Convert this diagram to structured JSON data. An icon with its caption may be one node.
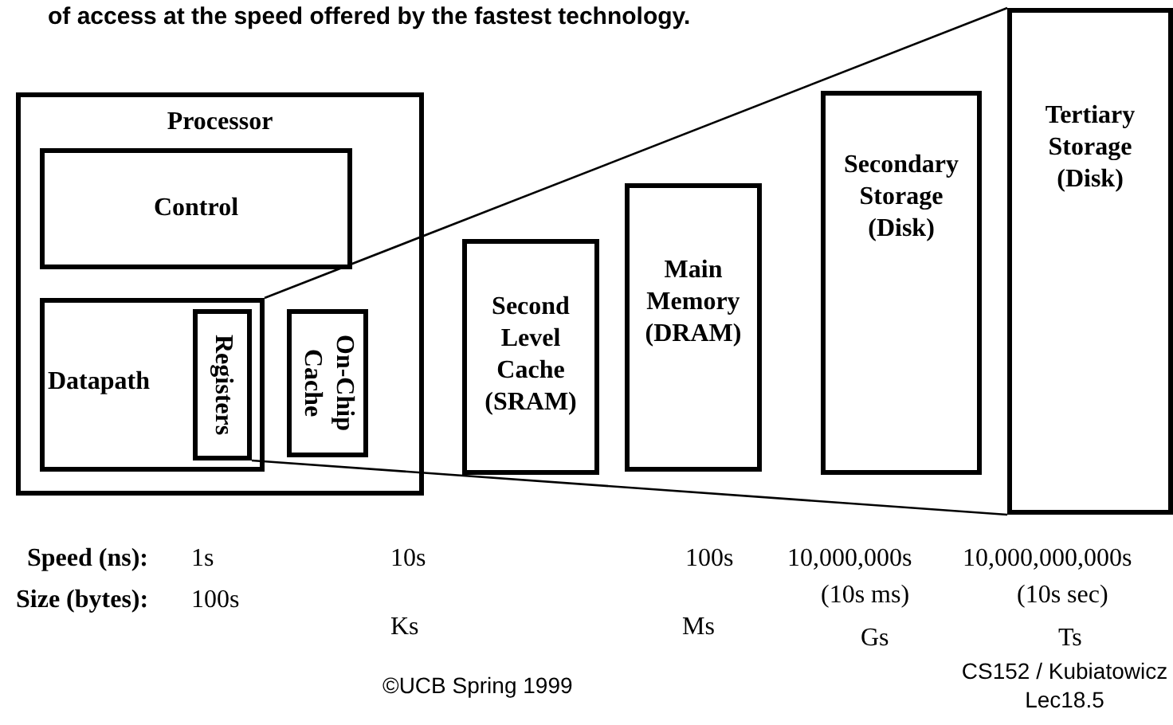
{
  "diagram": {
    "title": "of access at the speed offered by the fastest technology.",
    "nodes": [
      {
        "text": [
          "Processor"
        ]
      },
      {
        "text": [
          "Control"
        ],
        "in": 0
      },
      {
        "text": [
          "Datapath"
        ],
        "in": 0
      },
      {
        "text": [
          "Registers"
        ],
        "in": 2
      },
      {
        "text": [
          "On-Chip Cache"
        ],
        "in": 0
      },
      {
        "text": [
          "Second Level Cache (SRAM)"
        ]
      },
      {
        "text": [
          "Main Memory (DRAM)"
        ]
      },
      {
        "text": [
          "Secondary Storage (Disk)"
        ]
      },
      {
        "text": [
          "Tertiary Storage (Disk)"
        ]
      }
    ],
    "edges": [
      {
        "from": 2,
        "to": 8,
        "arrow": "none"
      },
      {
        "from": 3,
        "to": 8,
        "arrow": "none"
      }
    ],
    "labels": [
      "Speed (ns):",
      "1s",
      "10s",
      "100s",
      "10,000,000s",
      "10,000,000,000s",
      "Size (bytes):",
      "100s",
      "(10s ms)",
      "(10s sec)",
      "Ks",
      "Ms",
      "Gs",
      "Ts",
      "©UCB Spring 1999",
      "CS152 / Kubiatowicz Lec18.5"
    ]
  }
}
